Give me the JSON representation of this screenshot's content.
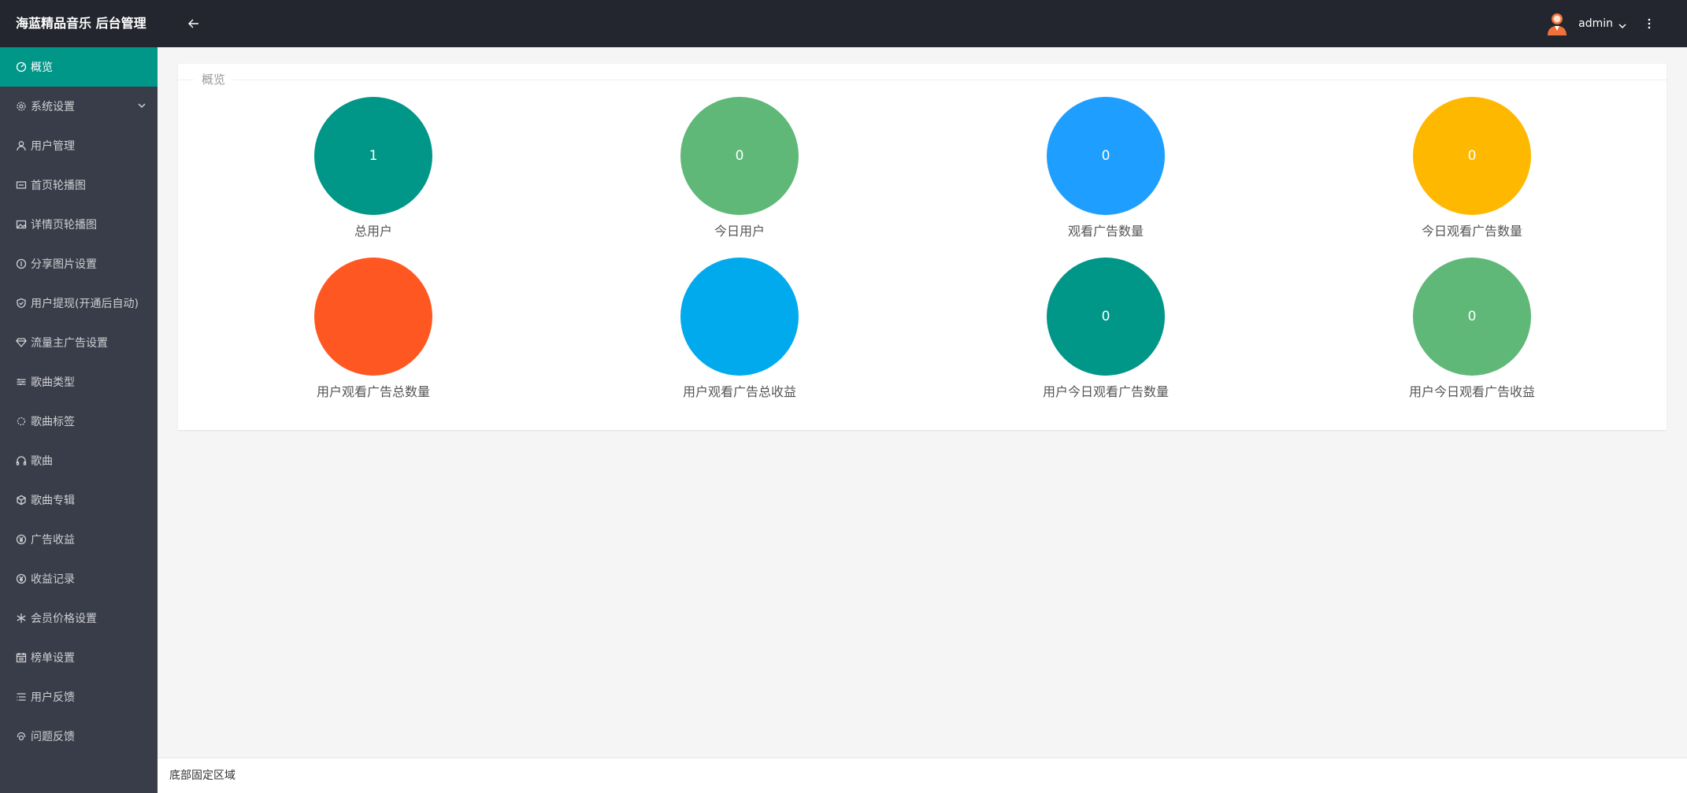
{
  "app": {
    "title": "海蓝精品音乐 后台管理"
  },
  "sidebar": {
    "items": [
      {
        "label": "概览",
        "icon": "dashboard-icon",
        "active": true
      },
      {
        "label": "系统设置",
        "icon": "gear-icon",
        "expandable": true
      },
      {
        "label": "用户管理",
        "icon": "user-icon"
      },
      {
        "label": "首页轮播图",
        "icon": "carousel-icon"
      },
      {
        "label": "详情页轮播图",
        "icon": "image-icon"
      },
      {
        "label": "分享图片设置",
        "icon": "share-icon"
      },
      {
        "label": "用户提现(开通后自动)",
        "icon": "shield-icon"
      },
      {
        "label": "流量主广告设置",
        "icon": "diamond-icon"
      },
      {
        "label": "歌曲类型",
        "icon": "sliders-icon"
      },
      {
        "label": "歌曲标签",
        "icon": "tag-gear-icon"
      },
      {
        "label": "歌曲",
        "icon": "headphones-icon"
      },
      {
        "label": "歌曲专辑",
        "icon": "cube-icon"
      },
      {
        "label": "广告收益",
        "icon": "yen-icon"
      },
      {
        "label": "收益记录",
        "icon": "yen-icon"
      },
      {
        "label": "会员价格设置",
        "icon": "snowflake-icon"
      },
      {
        "label": "榜单设置",
        "icon": "calendar-icon"
      },
      {
        "label": "用户反馈",
        "icon": "list-icon"
      },
      {
        "label": "问题反馈",
        "icon": "support-icon"
      }
    ]
  },
  "header": {
    "username": "admin"
  },
  "overview": {
    "title": "概览",
    "stats": [
      {
        "label": "总用户",
        "value": "1",
        "color": "#009688"
      },
      {
        "label": "今日用户",
        "value": "0",
        "color": "#5fb878"
      },
      {
        "label": "观看广告数量",
        "value": "0",
        "color": "#1e9fff"
      },
      {
        "label": "今日观看广告数量",
        "value": "0",
        "color": "#ffb800"
      },
      {
        "label": "用户观看广告总数量",
        "value": "",
        "color": "#ff5722"
      },
      {
        "label": "用户观看广告总收益",
        "value": "",
        "color": "#01aaed"
      },
      {
        "label": "用户今日观看广告数量",
        "value": "0",
        "color": "#009688"
      },
      {
        "label": "用户今日观看广告收益",
        "value": "0",
        "color": "#5fb878"
      }
    ]
  },
  "footer": {
    "text": "底部固定区域"
  }
}
